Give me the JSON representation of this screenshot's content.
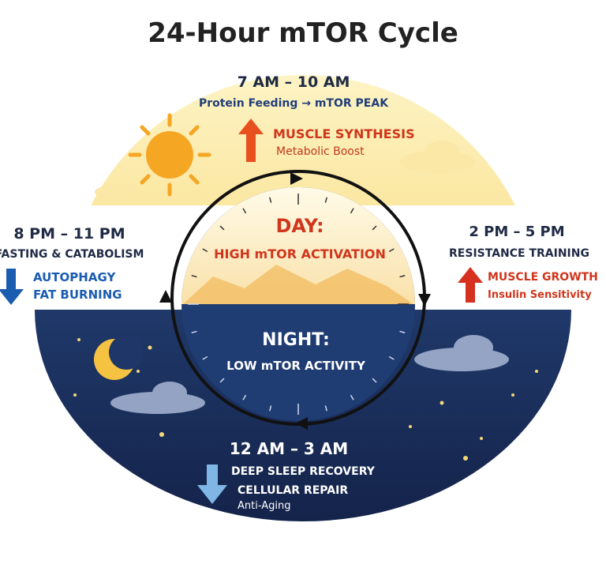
{
  "title": "24-Hour mTOR Cycle",
  "morning": {
    "time": "7 AM – 10 AM",
    "subtitle": "Protein Feeding → mTOR PEAK",
    "effect1": "MUSCLE SYNTHESIS",
    "effect2": "Metabolic Boost",
    "arrow": "up",
    "color": "#e8501e"
  },
  "afternoon": {
    "time": "2 PM – 5 PM",
    "subtitle": "RESISTANCE TRAINING",
    "effect1": "MUSCLE GROWTH",
    "effect2": "Insulin Sensitivity",
    "arrow": "up",
    "color": "#d6301f"
  },
  "evening": {
    "time": "8 PM – 11 PM",
    "subtitle": "FASTING & CATABOLISM",
    "effect1": "AUTOPHAGY",
    "effect2": "FAT BURNING",
    "arrow": "down",
    "color": "#1a5cb0"
  },
  "night_window": {
    "time": "12 AM – 3 AM",
    "subtitle": "DEEP SLEEP RECOVERY",
    "effect1": "CELLULAR REPAIR",
    "effect2": "Anti-Aging",
    "arrow": "down",
    "color": "#7fb6e6"
  },
  "clock": {
    "day_label": "DAY:",
    "day_text": "HIGH mTOR ACTIVATION",
    "night_label": "NIGHT:",
    "night_text": "LOW mTOR ACTIVITY"
  },
  "colors": {
    "day_sky": "#f8d45a",
    "night_sky": "#1c2f5e",
    "day_text": "#d0361c",
    "text_dark": "#1f2a44"
  }
}
